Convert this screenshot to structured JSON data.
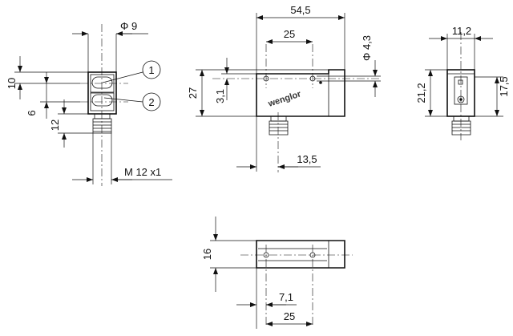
{
  "front_view": {
    "dia_label": "Φ 9",
    "dim_10": "10",
    "dim_6": "6",
    "dim_12": "12",
    "thread_label": "M 12 x1",
    "callout_1": "1",
    "callout_2": "2"
  },
  "side_view": {
    "dim_545": "54,5",
    "dim_25": "25",
    "dim_43": "Φ 4,3",
    "dim_27": "27",
    "dim_31": "3,1",
    "dim_135": "13,5",
    "logo": "wenglor"
  },
  "end_view": {
    "dim_112": "11,2",
    "dim_212": "21,2",
    "dim_175": "17,5"
  },
  "bottom_view": {
    "dim_16": "16",
    "dim_71": "7,1",
    "dim_25": "25"
  }
}
